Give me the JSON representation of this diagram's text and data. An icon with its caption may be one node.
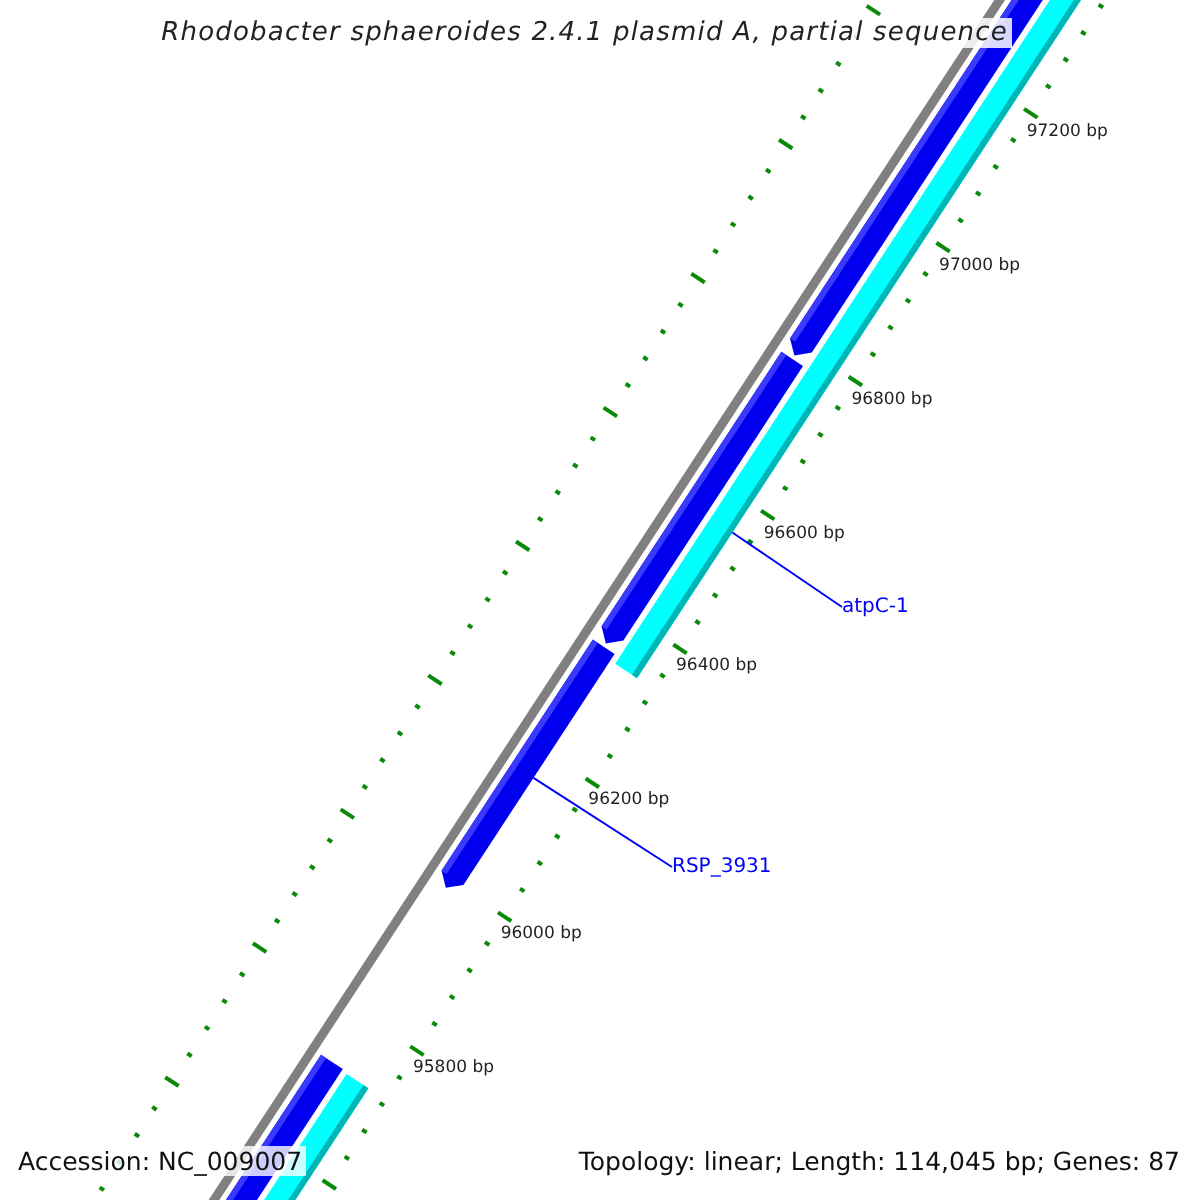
{
  "diagram": {
    "title": "Rhodobacter sphaeroides 2.4.1 plasmid A, partial sequence",
    "nodes": [
      {
        "text": [
          "atpC-1"
        ]
      },
      {
        "text": [],
        "shape": "bar"
      },
      {
        "text": [
          "RSP_3931"
        ]
      },
      {
        "text": [],
        "shape": "bar"
      }
    ],
    "edges": [
      {
        "from": 0,
        "to": 1,
        "arrow": "none"
      },
      {
        "from": 2,
        "to": 3,
        "arrow": "none"
      }
    ],
    "labels": [
      "97200 bp",
      "97000 bp",
      "96800 bp",
      "96600 bp",
      "96400 bp",
      "96200 bp",
      "96000 bp",
      "95800 bp",
      "Accession: NC_009007",
      "Topology: linear; Length: 114,045 bp; Genes: 87"
    ]
  }
}
